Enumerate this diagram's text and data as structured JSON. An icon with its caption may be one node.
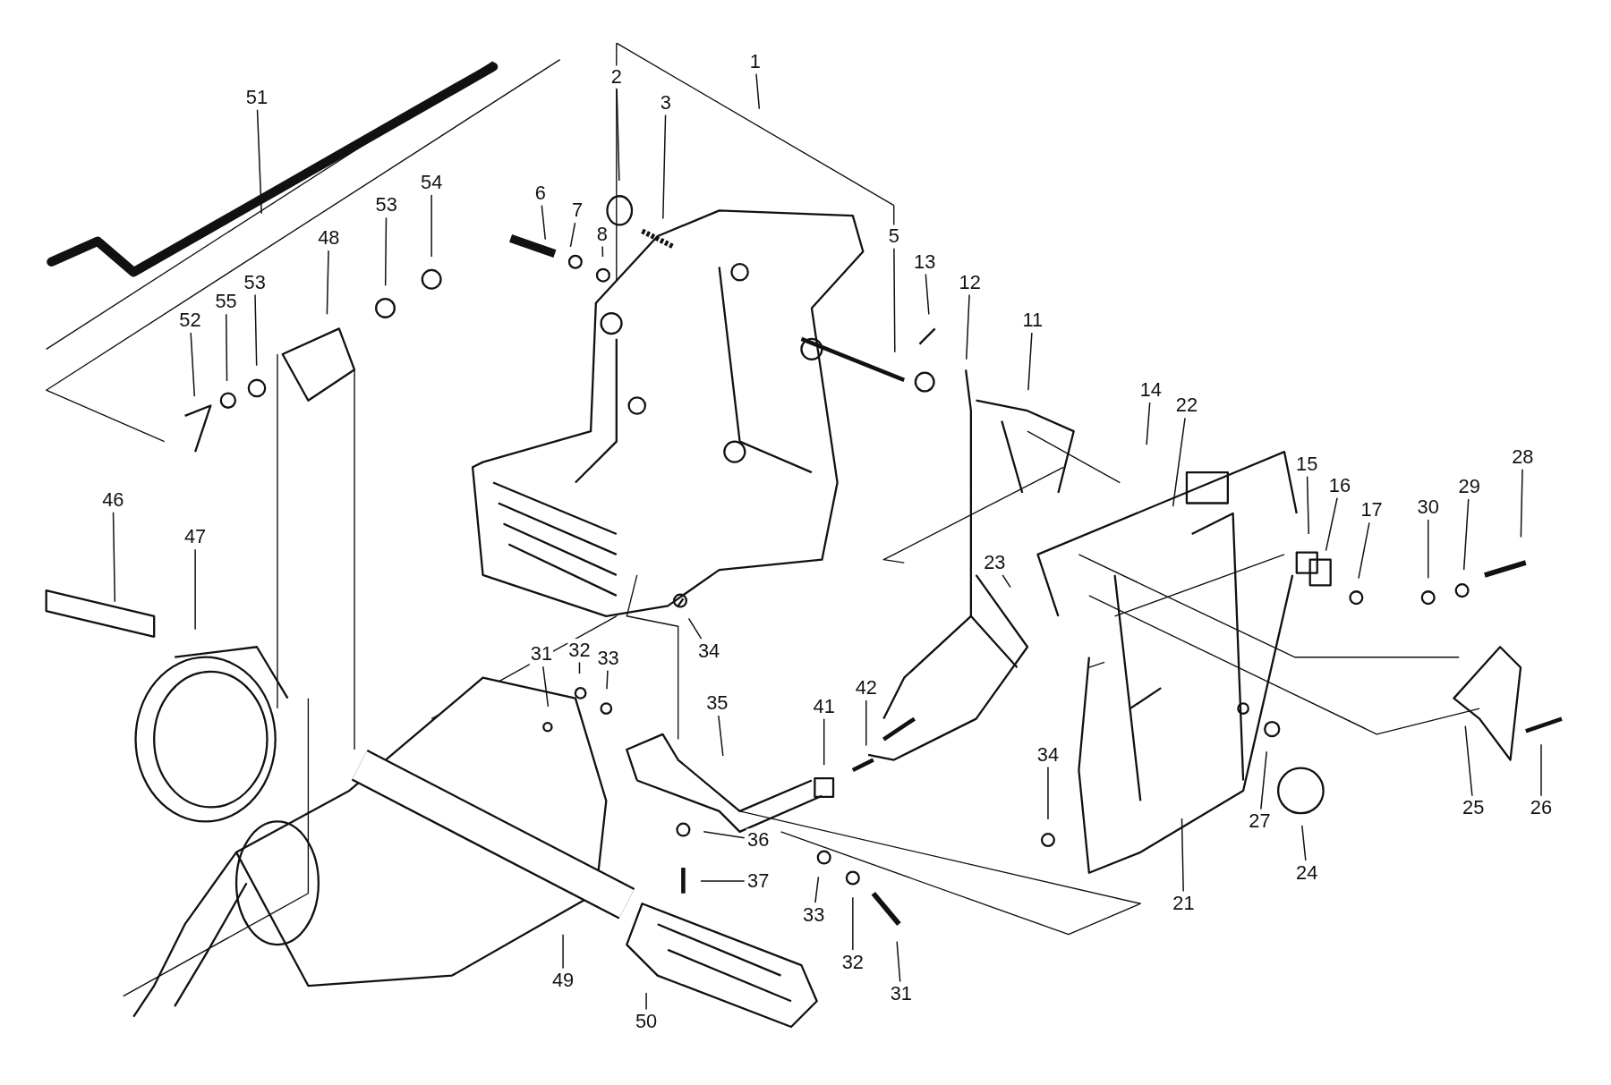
{
  "diagram": {
    "nodes": [
      {
        "text": [
          "1"
        ]
      },
      {
        "text": [
          "2"
        ]
      },
      {
        "text": [
          "3"
        ]
      },
      {
        "text": [
          "5"
        ]
      },
      {
        "text": [
          "6"
        ]
      },
      {
        "text": [
          "7"
        ]
      },
      {
        "text": [
          "8"
        ]
      },
      {
        "text": [
          "13"
        ]
      },
      {
        "text": [
          "12"
        ]
      },
      {
        "text": [
          "11"
        ]
      },
      {
        "text": [
          "14"
        ]
      },
      {
        "text": [
          "22"
        ]
      },
      {
        "text": [
          "15"
        ]
      },
      {
        "text": [
          "16"
        ]
      },
      {
        "text": [
          "17"
        ]
      },
      {
        "text": [
          "28"
        ]
      },
      {
        "text": [
          "29"
        ]
      },
      {
        "text": [
          "30"
        ]
      },
      {
        "text": [
          "51"
        ]
      },
      {
        "text": [
          "54"
        ]
      },
      {
        "text": [
          "53"
        ]
      },
      {
        "text": [
          "48"
        ]
      },
      {
        "text": [
          "53"
        ]
      },
      {
        "text": [
          "52"
        ]
      },
      {
        "text": [
          "55"
        ]
      },
      {
        "text": [
          "46"
        ]
      },
      {
        "text": [
          "47"
        ]
      },
      {
        "text": [
          "31"
        ]
      },
      {
        "text": [
          "32"
        ]
      },
      {
        "text": [
          "33"
        ]
      },
      {
        "text": [
          "34"
        ]
      },
      {
        "text": [
          "35"
        ]
      },
      {
        "text": [
          "41"
        ]
      },
      {
        "text": [
          "42"
        ]
      },
      {
        "text": [
          "23"
        ]
      },
      {
        "text": [
          "34"
        ]
      },
      {
        "text": [
          "27"
        ]
      },
      {
        "text": [
          "24"
        ]
      },
      {
        "text": [
          "25"
        ]
      },
      {
        "text": [
          "26"
        ]
      },
      {
        "text": [
          "21"
        ]
      },
      {
        "text": [
          "36"
        ]
      },
      {
        "text": [
          "37"
        ]
      },
      {
        "text": [
          "33"
        ]
      },
      {
        "text": [
          "32"
        ]
      },
      {
        "text": [
          "31"
        ]
      },
      {
        "text": [
          "49"
        ]
      },
      {
        "text": [
          "50"
        ]
      }
    ],
    "edges": [
      {
        "from": 0,
        "to": null,
        "arrow": "none"
      },
      {
        "from": 1,
        "to": null,
        "arrow": "none"
      },
      {
        "from": 2,
        "to": null,
        "arrow": "none"
      },
      {
        "from": 3,
        "to": null,
        "arrow": "none"
      },
      {
        "from": 4,
        "to": null,
        "arrow": "none"
      },
      {
        "from": 5,
        "to": null,
        "arrow": "none"
      },
      {
        "from": 6,
        "to": null,
        "arrow": "none"
      },
      {
        "from": 7,
        "to": null,
        "arrow": "none"
      },
      {
        "from": 8,
        "to": null,
        "arrow": "none"
      },
      {
        "from": 9,
        "to": null,
        "arrow": "none"
      },
      {
        "from": 10,
        "to": null,
        "arrow": "none"
      },
      {
        "from": 11,
        "to": null,
        "arrow": "none"
      },
      {
        "from": 12,
        "to": null,
        "arrow": "none"
      },
      {
        "from": 13,
        "to": null,
        "arrow": "none"
      },
      {
        "from": 14,
        "to": null,
        "arrow": "none"
      },
      {
        "from": 15,
        "to": null,
        "arrow": "none"
      },
      {
        "from": 16,
        "to": null,
        "arrow": "none"
      },
      {
        "from": 17,
        "to": null,
        "arrow": "none"
      },
      {
        "from": 18,
        "to": null,
        "arrow": "none"
      },
      {
        "from": 19,
        "to": null,
        "arrow": "none"
      },
      {
        "from": 20,
        "to": null,
        "arrow": "none"
      },
      {
        "from": 21,
        "to": null,
        "arrow": "none"
      },
      {
        "from": 22,
        "to": null,
        "arrow": "none"
      },
      {
        "from": 23,
        "to": null,
        "arrow": "none"
      },
      {
        "from": 24,
        "to": null,
        "arrow": "none"
      },
      {
        "from": 25,
        "to": null,
        "arrow": "none"
      },
      {
        "from": 26,
        "to": null,
        "arrow": "none"
      },
      {
        "from": 27,
        "to": null,
        "arrow": "none"
      },
      {
        "from": 28,
        "to": null,
        "arrow": "none"
      },
      {
        "from": 29,
        "to": null,
        "arrow": "none"
      },
      {
        "from": 30,
        "to": null,
        "arrow": "none"
      },
      {
        "from": 31,
        "to": null,
        "arrow": "none"
      },
      {
        "from": 32,
        "to": null,
        "arrow": "none"
      },
      {
        "from": 33,
        "to": null,
        "arrow": "none"
      },
      {
        "from": 34,
        "to": null,
        "arrow": "none"
      },
      {
        "from": 35,
        "to": null,
        "arrow": "none"
      },
      {
        "from": 36,
        "to": null,
        "arrow": "none"
      },
      {
        "from": 37,
        "to": null,
        "arrow": "none"
      },
      {
        "from": 38,
        "to": null,
        "arrow": "none"
      },
      {
        "from": 39,
        "to": null,
        "arrow": "none"
      },
      {
        "from": 40,
        "to": null,
        "arrow": "none"
      },
      {
        "from": 41,
        "to": null,
        "arrow": "none"
      },
      {
        "from": 42,
        "to": null,
        "arrow": "none"
      },
      {
        "from": 43,
        "to": null,
        "arrow": "none"
      },
      {
        "from": 44,
        "to": null,
        "arrow": "none"
      },
      {
        "from": 45,
        "to": null,
        "arrow": "none"
      },
      {
        "from": 46,
        "to": null,
        "arrow": "none"
      },
      {
        "from": 47,
        "to": null,
        "arrow": "none"
      }
    ]
  }
}
